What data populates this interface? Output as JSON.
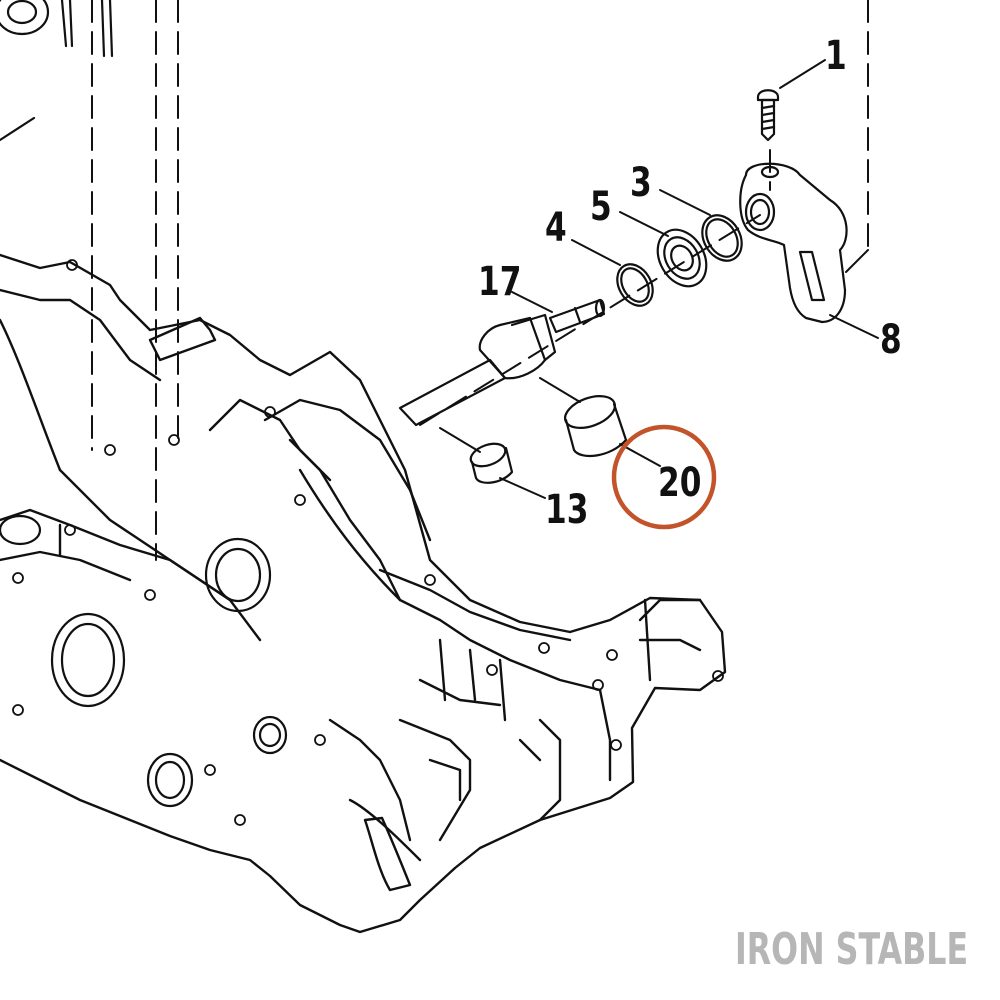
{
  "callouts": {
    "p1": "1",
    "p3": "3",
    "p4": "4",
    "p5": "5",
    "p8": "8",
    "p13": "13",
    "p17": "17",
    "p20": "20"
  },
  "highlight_color": "#c2532a",
  "watermark": "IRON STABLE"
}
